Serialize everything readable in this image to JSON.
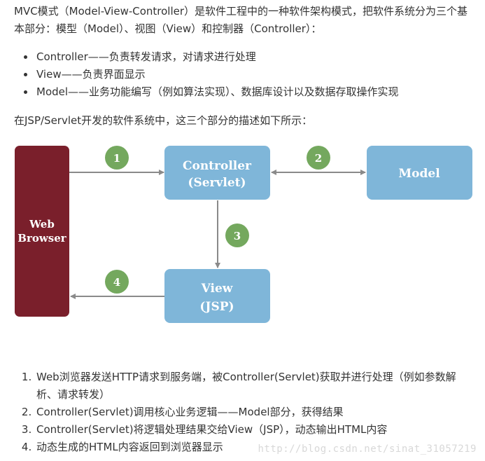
{
  "intro": "MVC模式（Model-View-Controller）是软件工程中的一种软件架构模式，把软件系统分为三个基本部分：模型（Model）、视图（View）和控制器（Controller）：",
  "bullets": [
    "Controller——负责转发请求，对请求进行处理",
    "View——负责界面显示",
    "Model——业务功能编写（例如算法实现）、数据库设计以及数据存取操作实现"
  ],
  "jsp_sentence": "在JSP/Servlet开发的软件系统中，这三个部分的描述如下所示：",
  "diagram": {
    "browser_line1": "Web",
    "browser_line2": "Browser",
    "controller_line1": "Controller",
    "controller_line2": "(Servlet)",
    "model": "Model",
    "view_line1": "View",
    "view_line2": "(JSP)",
    "step1": "1",
    "step2": "2",
    "step3": "3",
    "step4": "4",
    "colors": {
      "browser": "#7a1f2b",
      "box": "#7fb6d9",
      "circle": "#74a85e",
      "arrow": "#8a8a8a"
    }
  },
  "steps": [
    "Web浏览器发送HTTP请求到服务端，被Controller(Servlet)获取并进行处理（例如参数解析、请求转发）",
    "Controller(Servlet)调用核心业务逻辑——Model部分，获得结果",
    "Controller(Servlet)将逻辑处理结果交给View（JSP），动态输出HTML内容",
    "动态生成的HTML内容返回到浏览器显示"
  ],
  "watermark": "http://blog.csdn.net/sinat_31057219"
}
